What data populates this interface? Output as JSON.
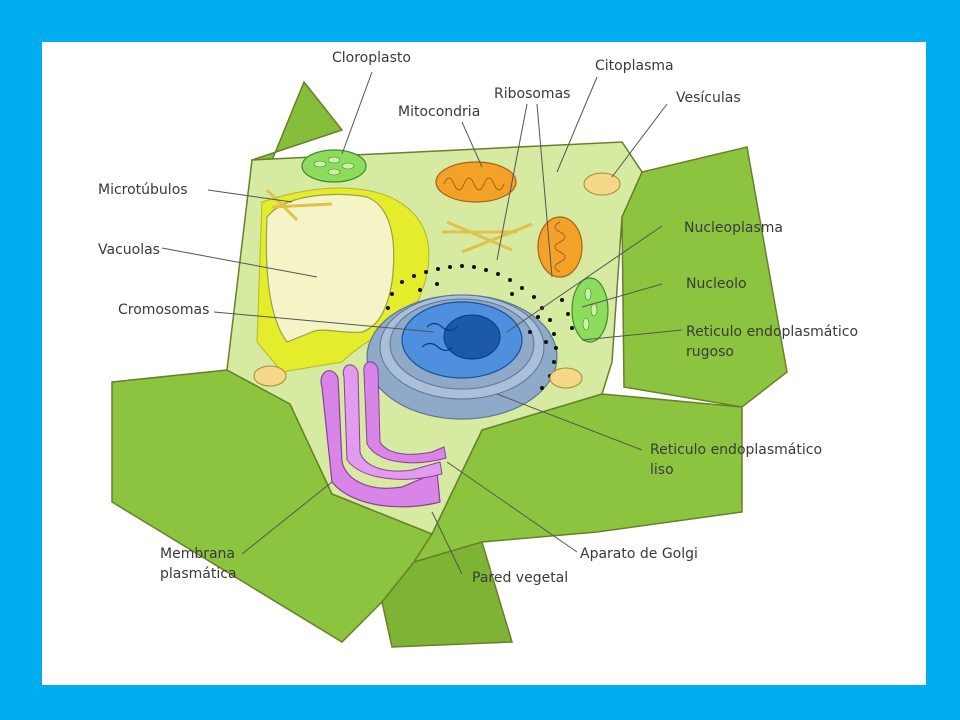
{
  "colors": {
    "frame": "#00adef",
    "page": "#ffffff",
    "cell_wall": "#8dc43f",
    "cytoplasm": "#d7eaa1",
    "vacuole": "#f4f4c6",
    "yellow_region": "#e4ec2c",
    "nucleus": "#4e8fe0",
    "nucleolus": "#1a5aa8",
    "reticulum": "#8fa9c8",
    "golgi": "#d985e8",
    "mitochondria": "#f4a12a",
    "chloroplast": "#8ddc5e",
    "vesicle": "#f5d78a"
  },
  "labels": {
    "cloroplasto": "Cloroplasto",
    "citoplasma": "Citoplasma",
    "ribosomas": "Ribosomas",
    "mitocondria": "Mitocondria",
    "vesiculas": "Vesículas",
    "microtubulos": "Microtúbulos",
    "nucleoplasma": "Nucleoplasma",
    "vacuolas": "Vacuolas",
    "nucleolo": "Nucleolo",
    "cromosomas": "Cromosomas",
    "rer_line1": "Reticulo endoplasmático",
    "rer_line2": "rugoso",
    "rel_line1": "Reticulo endoplasmático",
    "rel_line2": "liso",
    "membrana_line1": "Membrana",
    "membrana_line2": "plasmática",
    "golgi": "Aparato de Golgi",
    "pared": "Pared vegetal"
  }
}
